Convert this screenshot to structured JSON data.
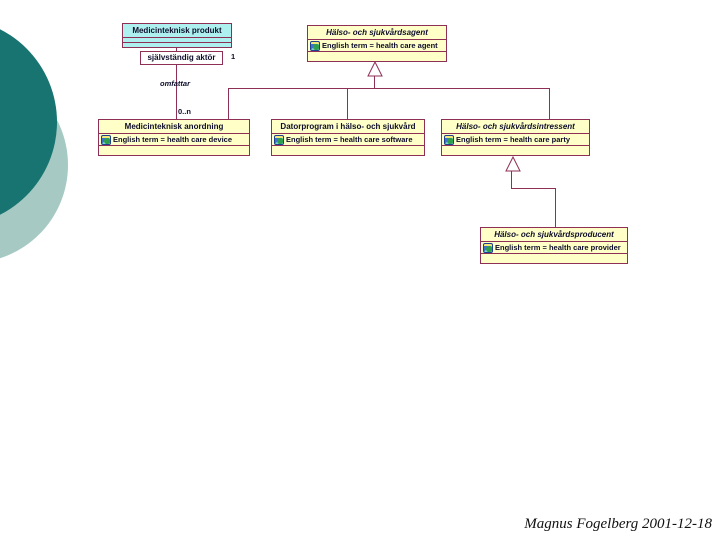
{
  "slide": {
    "footer_credit": "Magnus Fogelberg 2001-12-18"
  },
  "colors": {
    "class_border": "#8E2F55",
    "class_fill_yellow": "#FFFFC8",
    "class_fill_cyan": "#AEEFEF",
    "class_fill_white": "#FFFFFF",
    "text": "#0D0D2B",
    "decor_circle_dark": "#177470",
    "decor_circle_light": "#A6CAC3"
  },
  "diagram": {
    "classes": [
      {
        "name": "Medicinteknisk produkt"
      },
      {
        "name": "självständig aktör"
      },
      {
        "name": "Hälso- och sjukvårdsagent",
        "english_term": "English term = health care agent"
      },
      {
        "name": "Medicinteknisk anordning",
        "english_term": "English term = health care device"
      },
      {
        "name": "Datorprogram i hälso- och sjukvård",
        "english_term": "English term = health care software"
      },
      {
        "name": "Hälso- och sjukvårdsintressent",
        "english_term": "English term = health care party"
      },
      {
        "name": "Hälso- och sjukvårdsproducent",
        "english_term": "English term = health care provider"
      }
    ],
    "association": {
      "name": "omfattar",
      "multiplicity_source": "1",
      "multiplicity_target": "0..n"
    },
    "icons": {
      "attribute_spec": "spec-icon",
      "generalization": "hollow-triangle"
    }
  }
}
